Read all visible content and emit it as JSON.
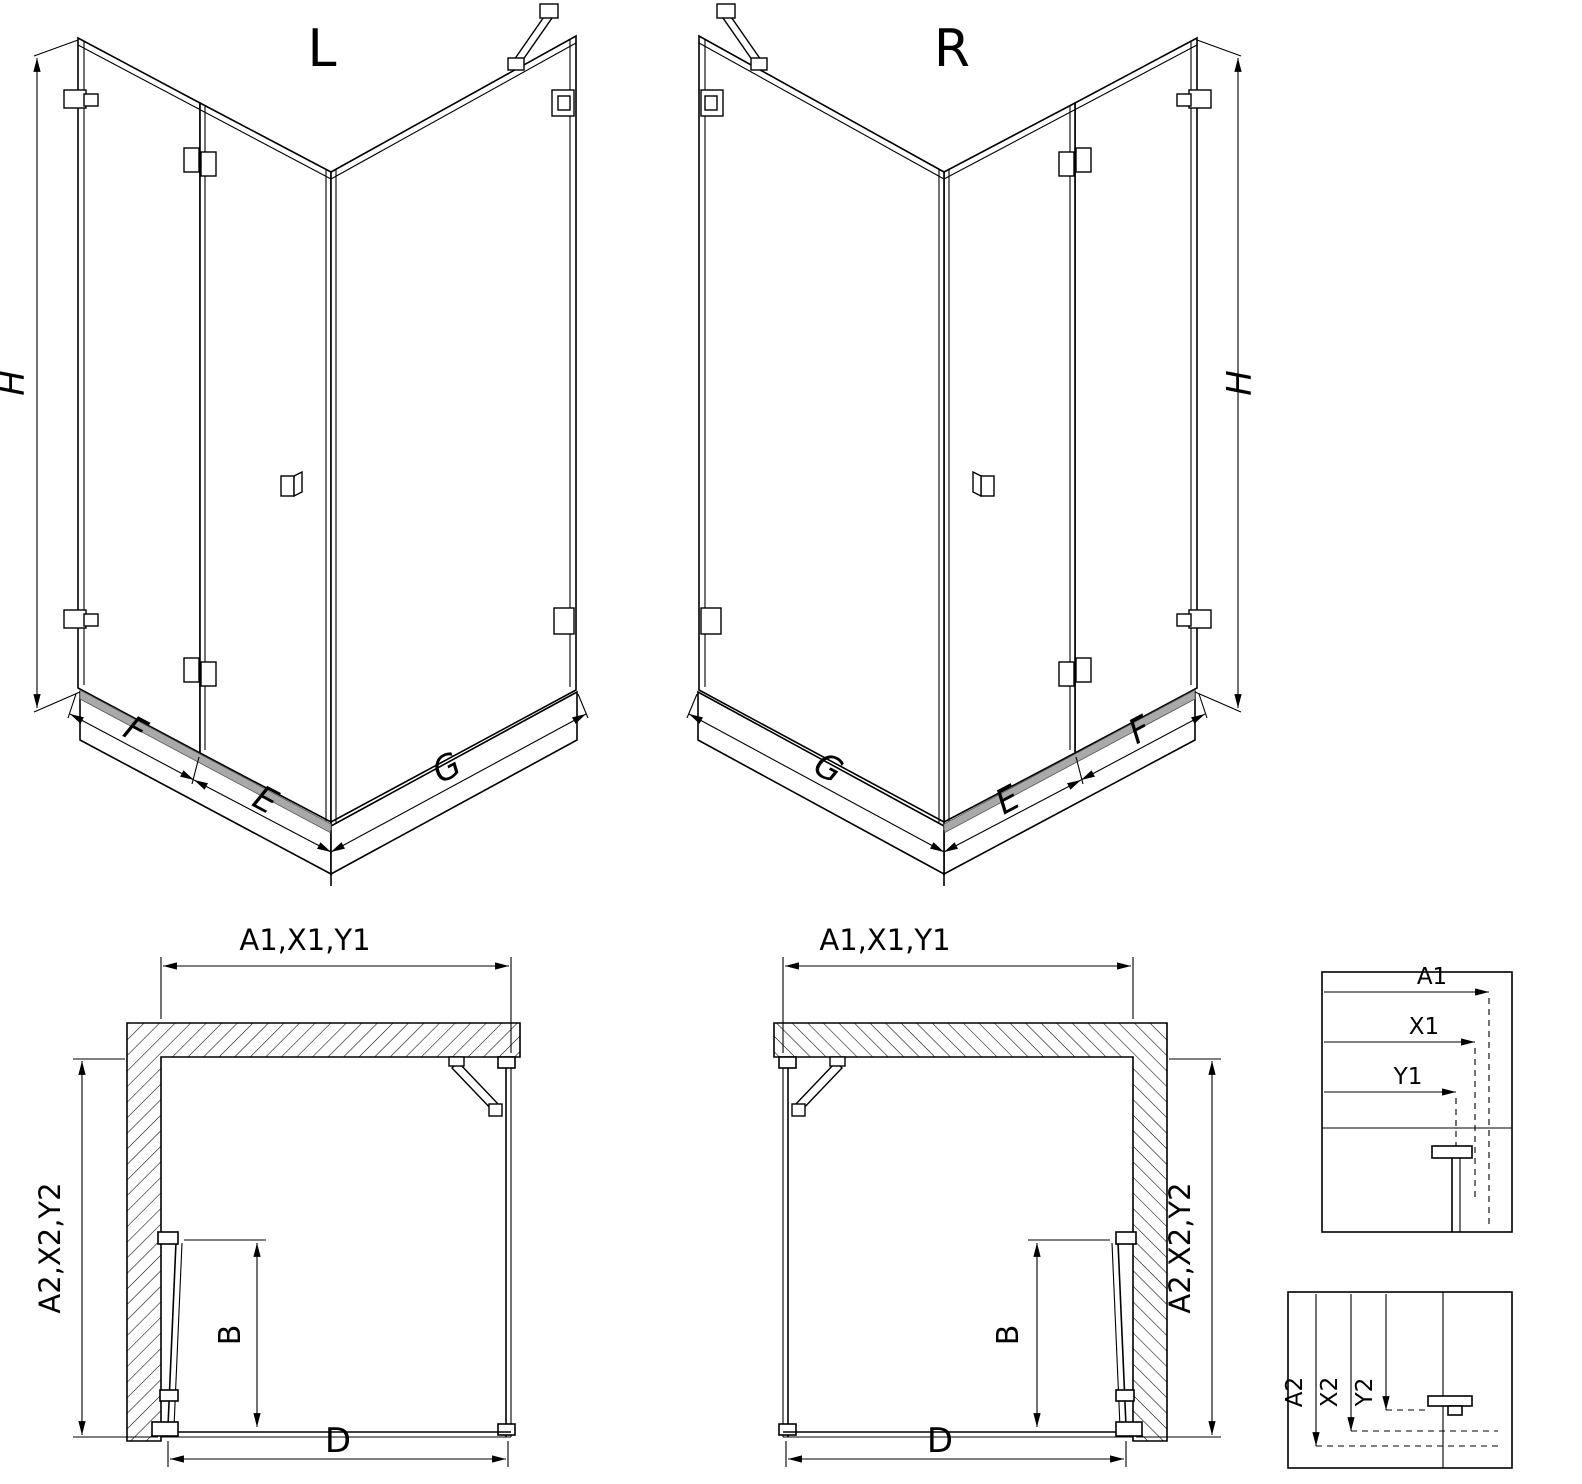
{
  "colors": {
    "line": "#000000",
    "background": "#ffffff",
    "threshold": "#a9a9a9"
  },
  "iso_left": {
    "label": "L",
    "dim_height": "H",
    "dim_fixed": "F",
    "dim_door": "E",
    "dim_side": "G"
  },
  "iso_right": {
    "label": "R",
    "dim_height": "H",
    "dim_fixed": "F",
    "dim_door": "E",
    "dim_side": "G"
  },
  "plan_left": {
    "dim_top": "A1,X1,Y1",
    "dim_side": "A2,X2,Y2",
    "dim_door": "B",
    "dim_bottom": "D"
  },
  "plan_right": {
    "dim_top": "A1,X1,Y1",
    "dim_side": "A2,X2,Y2",
    "dim_door": "B",
    "dim_bottom": "D"
  },
  "detail_top": {
    "labels": [
      "A1",
      "X1",
      "Y1"
    ]
  },
  "detail_bottom": {
    "labels": [
      "A2",
      "X2",
      "Y2"
    ]
  }
}
